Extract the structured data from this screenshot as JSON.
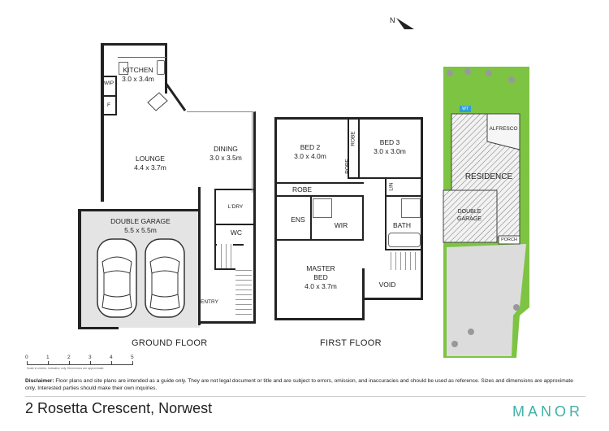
{
  "north_label": "N",
  "ground_floor": {
    "title": "GROUND FLOOR",
    "rooms": {
      "kitchen": {
        "name": "KITCHEN",
        "dim": "3.0 x 3.4m"
      },
      "wip": {
        "name": "WIP"
      },
      "fridge": {
        "name": "F"
      },
      "lounge": {
        "name": "LOUNGE",
        "dim": "4.4 x 3.7m"
      },
      "dining": {
        "name": "DINING",
        "dim": "3.0 x 3.5m"
      },
      "garage": {
        "name": "DOUBLE GARAGE",
        "dim": "5.5 x 5.5m"
      },
      "laundry": {
        "name": "L'DRY"
      },
      "wc": {
        "name": "WC"
      },
      "entry": {
        "name": "ENTRY"
      }
    }
  },
  "first_floor": {
    "title": "FIRST FLOOR",
    "rooms": {
      "bed2": {
        "name": "BED 2",
        "dim": "3.0 x 4.0m"
      },
      "bed3": {
        "name": "BED 3",
        "dim": "3.0 x 3.0m"
      },
      "robe_bed3_a": {
        "name": "ROBE"
      },
      "robe_bed3_b": {
        "name": "ROBE"
      },
      "robe_bed2": {
        "name": "ROBE"
      },
      "lin": {
        "name": "LIN"
      },
      "ens": {
        "name": "ENS"
      },
      "wir": {
        "name": "WIR"
      },
      "bath": {
        "name": "BATH"
      },
      "master": {
        "name": "MASTER",
        "name2": "BED",
        "dim": "4.0 x 3.7m"
      },
      "void": {
        "name": "VOID"
      }
    }
  },
  "site_plan": {
    "alfresco": "ALFRESCO",
    "residence": "RESIDENCE",
    "garage_line1": "DOUBLE",
    "garage_line2": "GARAGE",
    "porch": "PORCH",
    "tank": "WT"
  },
  "scale": {
    "numbers": [
      "0",
      "1",
      "2",
      "3",
      "4",
      "5"
    ],
    "note": "Scale in metres. Indicative only. Dimensions are approximate."
  },
  "disclaimer": {
    "label": "Disclaimer:",
    "text": "Floor plans and site plans are intended as a guide only. They are not legal document or title and are subject to errors, omission, and inaccuracies and should be used as reference. Sizes and dimensions are approximate only. Interested parties should make their own inquiries."
  },
  "address": "2 Rosetta Crescent, Norwest",
  "brand": "MANOR",
  "colors": {
    "garage_fill": "#e4e4e4",
    "lawn": "#7dc442",
    "brand": "#3fb2a9",
    "tank": "#2f9fd6"
  }
}
